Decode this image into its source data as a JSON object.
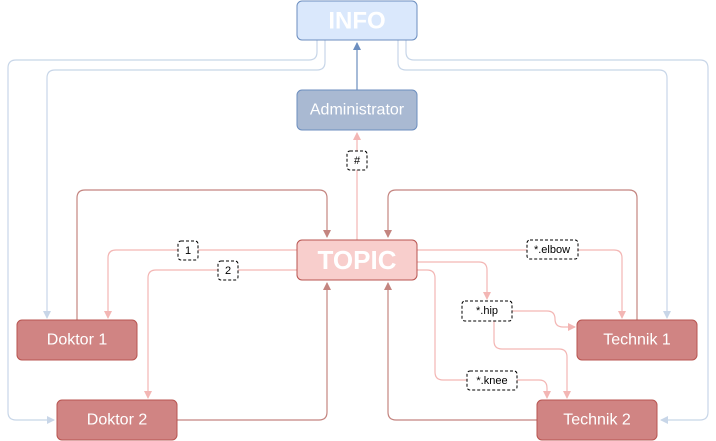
{
  "nodes": {
    "info": "INFO",
    "administrator": "Administrator",
    "topic": "TOPIC",
    "doktor1": "Doktor 1",
    "doktor2": "Doktor 2",
    "technik1": "Technik 1",
    "technik2": "Technik 2"
  },
  "tags": {
    "hash": "#",
    "one": "1",
    "two": "2",
    "elbow": "*.elbow",
    "hip": "*.hip",
    "knee": "*.knee"
  },
  "colors": {
    "info_fill": "#dae8fc",
    "info_stroke": "#6c8ebf",
    "admin_fill": "#a9b9d2",
    "topic_fill": "#f8cecc",
    "topic_stroke": "#b85450",
    "worker_fill": "#d08483",
    "edge_red": "#c48580",
    "edge_pink": "#f3b6b4",
    "edge_blue_light": "#c8d6e8",
    "edge_blue": "#6c8ebf"
  }
}
